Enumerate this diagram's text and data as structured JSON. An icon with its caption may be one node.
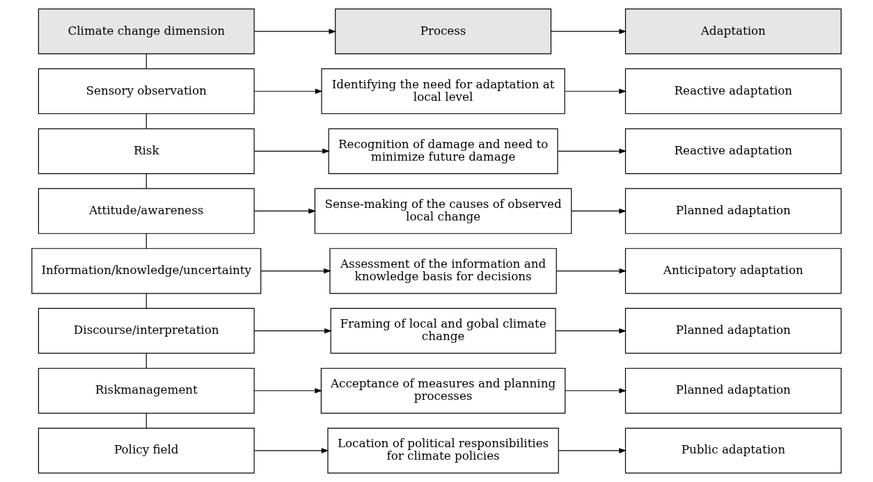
{
  "diagram": {
    "nodes": [
      {
        "text": [
          "Climate change dimension"
        ]
      },
      {
        "text": [
          "Process"
        ]
      },
      {
        "text": [
          "Adaptation"
        ]
      },
      {
        "text": [
          "Sensory observation"
        ]
      },
      {
        "text": [
          "Identifying the need for adaptation at local level"
        ]
      },
      {
        "text": [
          "Reactive adaptation"
        ]
      },
      {
        "text": [
          "Risk"
        ]
      },
      {
        "text": [
          "Recognition of damage and need to minimize future damage"
        ]
      },
      {
        "text": [
          "Reactive adaptation"
        ]
      },
      {
        "text": [
          "Attitude/awareness"
        ]
      },
      {
        "text": [
          "Sense-making of the causes of observed local change"
        ]
      },
      {
        "text": [
          "Planned adaptation"
        ]
      },
      {
        "text": [
          "Information/knowledge/uncertainty"
        ]
      },
      {
        "text": [
          "Assessment of the information and knowledge basis for decisions"
        ]
      },
      {
        "text": [
          "Anticipatory adaptation"
        ]
      },
      {
        "text": [
          "Discourse/interpretation"
        ]
      },
      {
        "text": [
          "Framing of local and gobal climate change"
        ]
      },
      {
        "text": [
          "Planned adaptation"
        ]
      },
      {
        "text": [
          "Riskmanagement"
        ]
      },
      {
        "text": [
          "Acceptance of measures and planning processes"
        ]
      },
      {
        "text": [
          "Planned adaptation"
        ]
      },
      {
        "text": [
          "Policy field"
        ]
      },
      {
        "text": [
          "Location of political responsibilities for climate policies"
        ]
      },
      {
        "text": [
          "Public adaptation"
        ]
      }
    ],
    "edges": [
      {
        "from": 0,
        "to": 1,
        "arrow": "to"
      },
      {
        "from": 1,
        "to": 2,
        "arrow": "to"
      },
      {
        "from": 3,
        "to": 4,
        "arrow": "to"
      },
      {
        "from": 4,
        "to": 5,
        "arrow": "to"
      },
      {
        "from": 6,
        "to": 7,
        "arrow": "to"
      },
      {
        "from": 7,
        "to": 8,
        "arrow": "to"
      },
      {
        "from": 9,
        "to": 10,
        "arrow": "to"
      },
      {
        "from": 10,
        "to": 11,
        "arrow": "to"
      },
      {
        "from": 12,
        "to": 13,
        "arrow": "to"
      },
      {
        "from": 13,
        "to": 14,
        "arrow": "to"
      },
      {
        "from": 15,
        "to": 16,
        "arrow": "to"
      },
      {
        "from": 16,
        "to": 17,
        "arrow": "to"
      },
      {
        "from": 18,
        "to": 19,
        "arrow": "to"
      },
      {
        "from": 19,
        "to": 20,
        "arrow": "to"
      },
      {
        "from": 21,
        "to": 22,
        "arrow": "to"
      },
      {
        "from": 22,
        "to": 23,
        "arrow": "to"
      },
      {
        "from": 0,
        "to": 3,
        "arrow": "none"
      },
      {
        "from": 3,
        "to": 6,
        "arrow": "none"
      },
      {
        "from": 6,
        "to": 9,
        "arrow": "none"
      },
      {
        "from": 9,
        "to": 12,
        "arrow": "none"
      },
      {
        "from": 12,
        "to": 15,
        "arrow": "none"
      },
      {
        "from": 15,
        "to": 18,
        "arrow": "none"
      },
      {
        "from": 18,
        "to": 21,
        "arrow": "none"
      }
    ]
  }
}
